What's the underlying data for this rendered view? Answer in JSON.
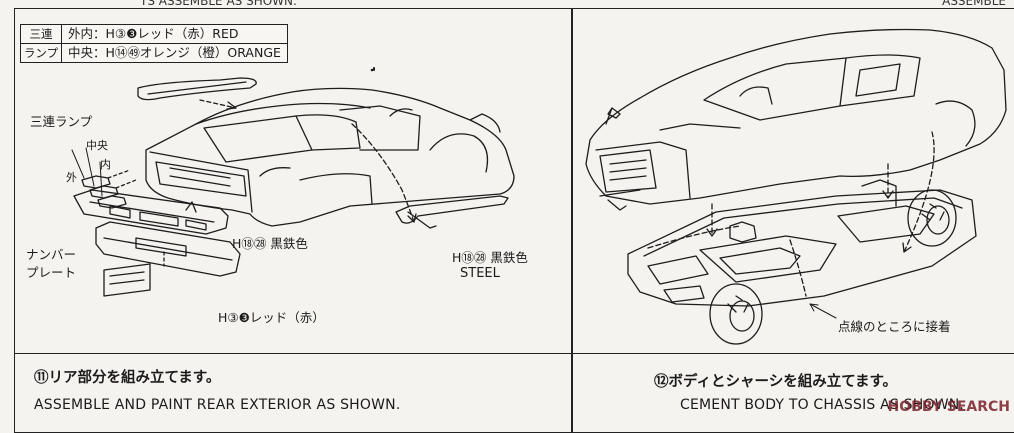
{
  "header": {
    "left_cut": "TS ASSEMBLE AS SHOWN.",
    "right_cut": "ASSEMBLE"
  },
  "legend": {
    "key": [
      "三連",
      "ランプ"
    ],
    "rows": [
      "外内：H③❸レッド（赤）RED",
      "中央：H⑭㊾オレンジ（橙）ORANGE"
    ]
  },
  "labels": {
    "triple_lamp": "三連ランプ",
    "center": "中央",
    "inner": "内",
    "outer": "外",
    "paint_black_steel_1": "H⑱㉘ 黒鉄色",
    "paint_black_steel_2": "H⑱㉘ 黒鉄色",
    "steel": "STEEL",
    "number_plate_1": "ナンバー",
    "number_plate_2": "プレート",
    "paint_red": "H③❸レッド（赤）",
    "glue_dotted": "点線のところに接着"
  },
  "steps": [
    {
      "title_jp": "⑪リア部分を組み立てます。",
      "title_en": "ASSEMBLE AND PAINT REAR EXTERIOR AS SHOWN."
    },
    {
      "title_jp": "⑫ボディとシャーシを組み立てます。",
      "title_en": "CEMENT BODY TO CHASSIS AS SHOWN."
    }
  ],
  "watermark": "HOBBY SEARCH"
}
